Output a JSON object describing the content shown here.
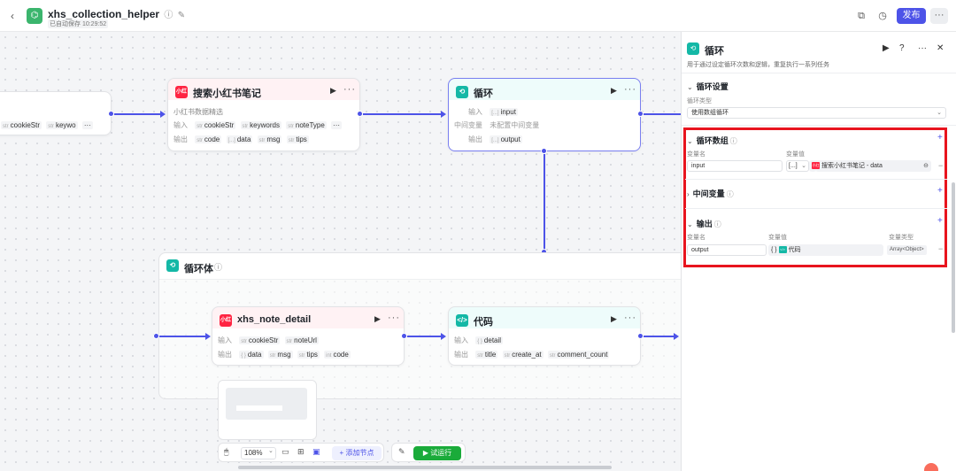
{
  "header": {
    "app_name": "xhs_collection_helper",
    "autosave": "已自动保存 10:29:52",
    "publish_label": "发布",
    "more_label": "···"
  },
  "canvas": {
    "partial_node": {
      "tags": [
        "cookieStr",
        "keywo"
      ]
    },
    "search_node": {
      "icon_text": "小红书",
      "title": "搜索小红书笔记",
      "subtitle": "小红书数据精选",
      "input_label": "输入",
      "inputs": [
        {
          "type": "str",
          "name": "cookieStr"
        },
        {
          "type": "str",
          "name": "keywords"
        },
        {
          "type": "str",
          "name": "noteType"
        }
      ],
      "output_label": "输出",
      "outputs": [
        {
          "type": "str",
          "name": "code"
        },
        {
          "type": "[...]",
          "name": "data"
        },
        {
          "type": "str",
          "name": "msg"
        },
        {
          "type": "str",
          "name": "tips"
        }
      ]
    },
    "loop_node": {
      "title": "循环",
      "input_label": "输入",
      "input_tag": {
        "type": "[...]",
        "name": "input"
      },
      "mid_label": "中间变量",
      "mid_value": "未配置中间变量",
      "output_label": "输出",
      "output_tag": {
        "type": "[...]",
        "name": "output"
      }
    },
    "loop_body": {
      "title": "循环体"
    },
    "detail_node": {
      "icon_text": "小红书",
      "title": "xhs_note_detail",
      "input_label": "输入",
      "inputs": [
        {
          "type": "str",
          "name": "cookieStr"
        },
        {
          "type": "str",
          "name": "noteUrl"
        }
      ],
      "output_label": "输出",
      "outputs": [
        {
          "type": "{ }",
          "name": "data"
        },
        {
          "type": "str",
          "name": "msg"
        },
        {
          "type": "str",
          "name": "tips"
        },
        {
          "type": "int",
          "name": "code"
        }
      ]
    },
    "code_node": {
      "title": "代码",
      "input_label": "输入",
      "input_tag": {
        "type": "{ }",
        "name": "detail"
      },
      "output_label": "输出",
      "outputs": [
        {
          "type": "str",
          "name": "title"
        },
        {
          "type": "str",
          "name": "create_at"
        },
        {
          "type": "str",
          "name": "comment_count"
        }
      ]
    },
    "toolbar": {
      "zoom": "108%",
      "add_node": "添加节点",
      "run": "试运行"
    }
  },
  "panel": {
    "title": "循环",
    "description": "用于通过设定循环次数和逻辑，重复执行一系列任务",
    "settings_title": "循环设置",
    "loop_type_label": "循环类型",
    "loop_type_value": "使用数组循环",
    "array_title": "循环数组",
    "var_name_label": "变量名",
    "var_value_label": "变量值",
    "var_type_label": "变量类型",
    "array_var_name": "input",
    "array_var_type_prefix": "[...]",
    "array_ref_icon": "小红书",
    "array_ref_value": "搜索小红书笔记 - data",
    "mid_title": "中间变量",
    "output_title": "输出",
    "output_var_name": "output",
    "output_ref_prefix": "{ }",
    "output_ref_value": "代码",
    "output_type": "Array<Object>"
  }
}
